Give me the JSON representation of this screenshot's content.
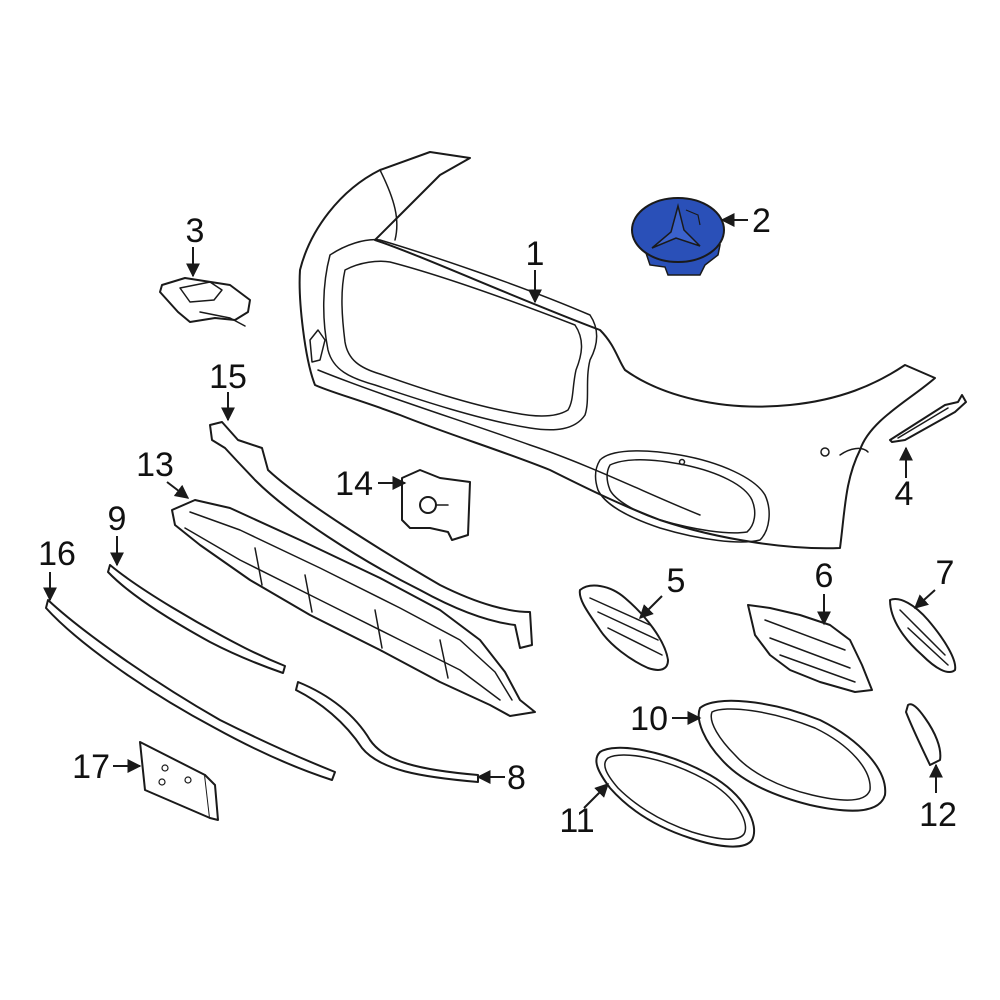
{
  "callouts": {
    "c1": "1",
    "c2": "2",
    "c3": "3",
    "c4": "4",
    "c5": "5",
    "c6": "6",
    "c7": "7",
    "c8": "8",
    "c9": "9",
    "c10": "10",
    "c11": "11",
    "c12": "12",
    "c13": "13",
    "c14": "14",
    "c15": "15",
    "c16": "16",
    "c17": "17"
  },
  "colors": {
    "highlight_part": "#2a50b8",
    "line": "#1a1a1a",
    "background": "#ffffff"
  },
  "highlighted_part": "2"
}
